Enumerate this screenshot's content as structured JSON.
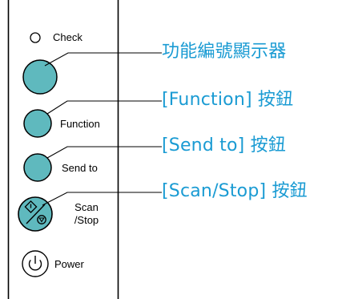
{
  "colors": {
    "button_fill": "#5fb9be",
    "callout_text": "#1a9bd3",
    "outline": "#000000"
  },
  "panel": {
    "check_label": "Check",
    "function_label": "Function",
    "send_to_label": "Send to",
    "scan_label_line1": "Scan",
    "scan_label_line2": "/Stop",
    "power_label": "Power"
  },
  "icons": {
    "check_indicator": "led-indicator",
    "scan_button": "start-stop-symbol",
    "power_button": "power-symbol"
  },
  "callouts": {
    "function_display": "功能編號顯示器",
    "function_button": "[Function] 按鈕",
    "send_to_button": "[Send to] 按鈕",
    "scan_stop_button": "[Scan/Stop] 按鈕"
  }
}
